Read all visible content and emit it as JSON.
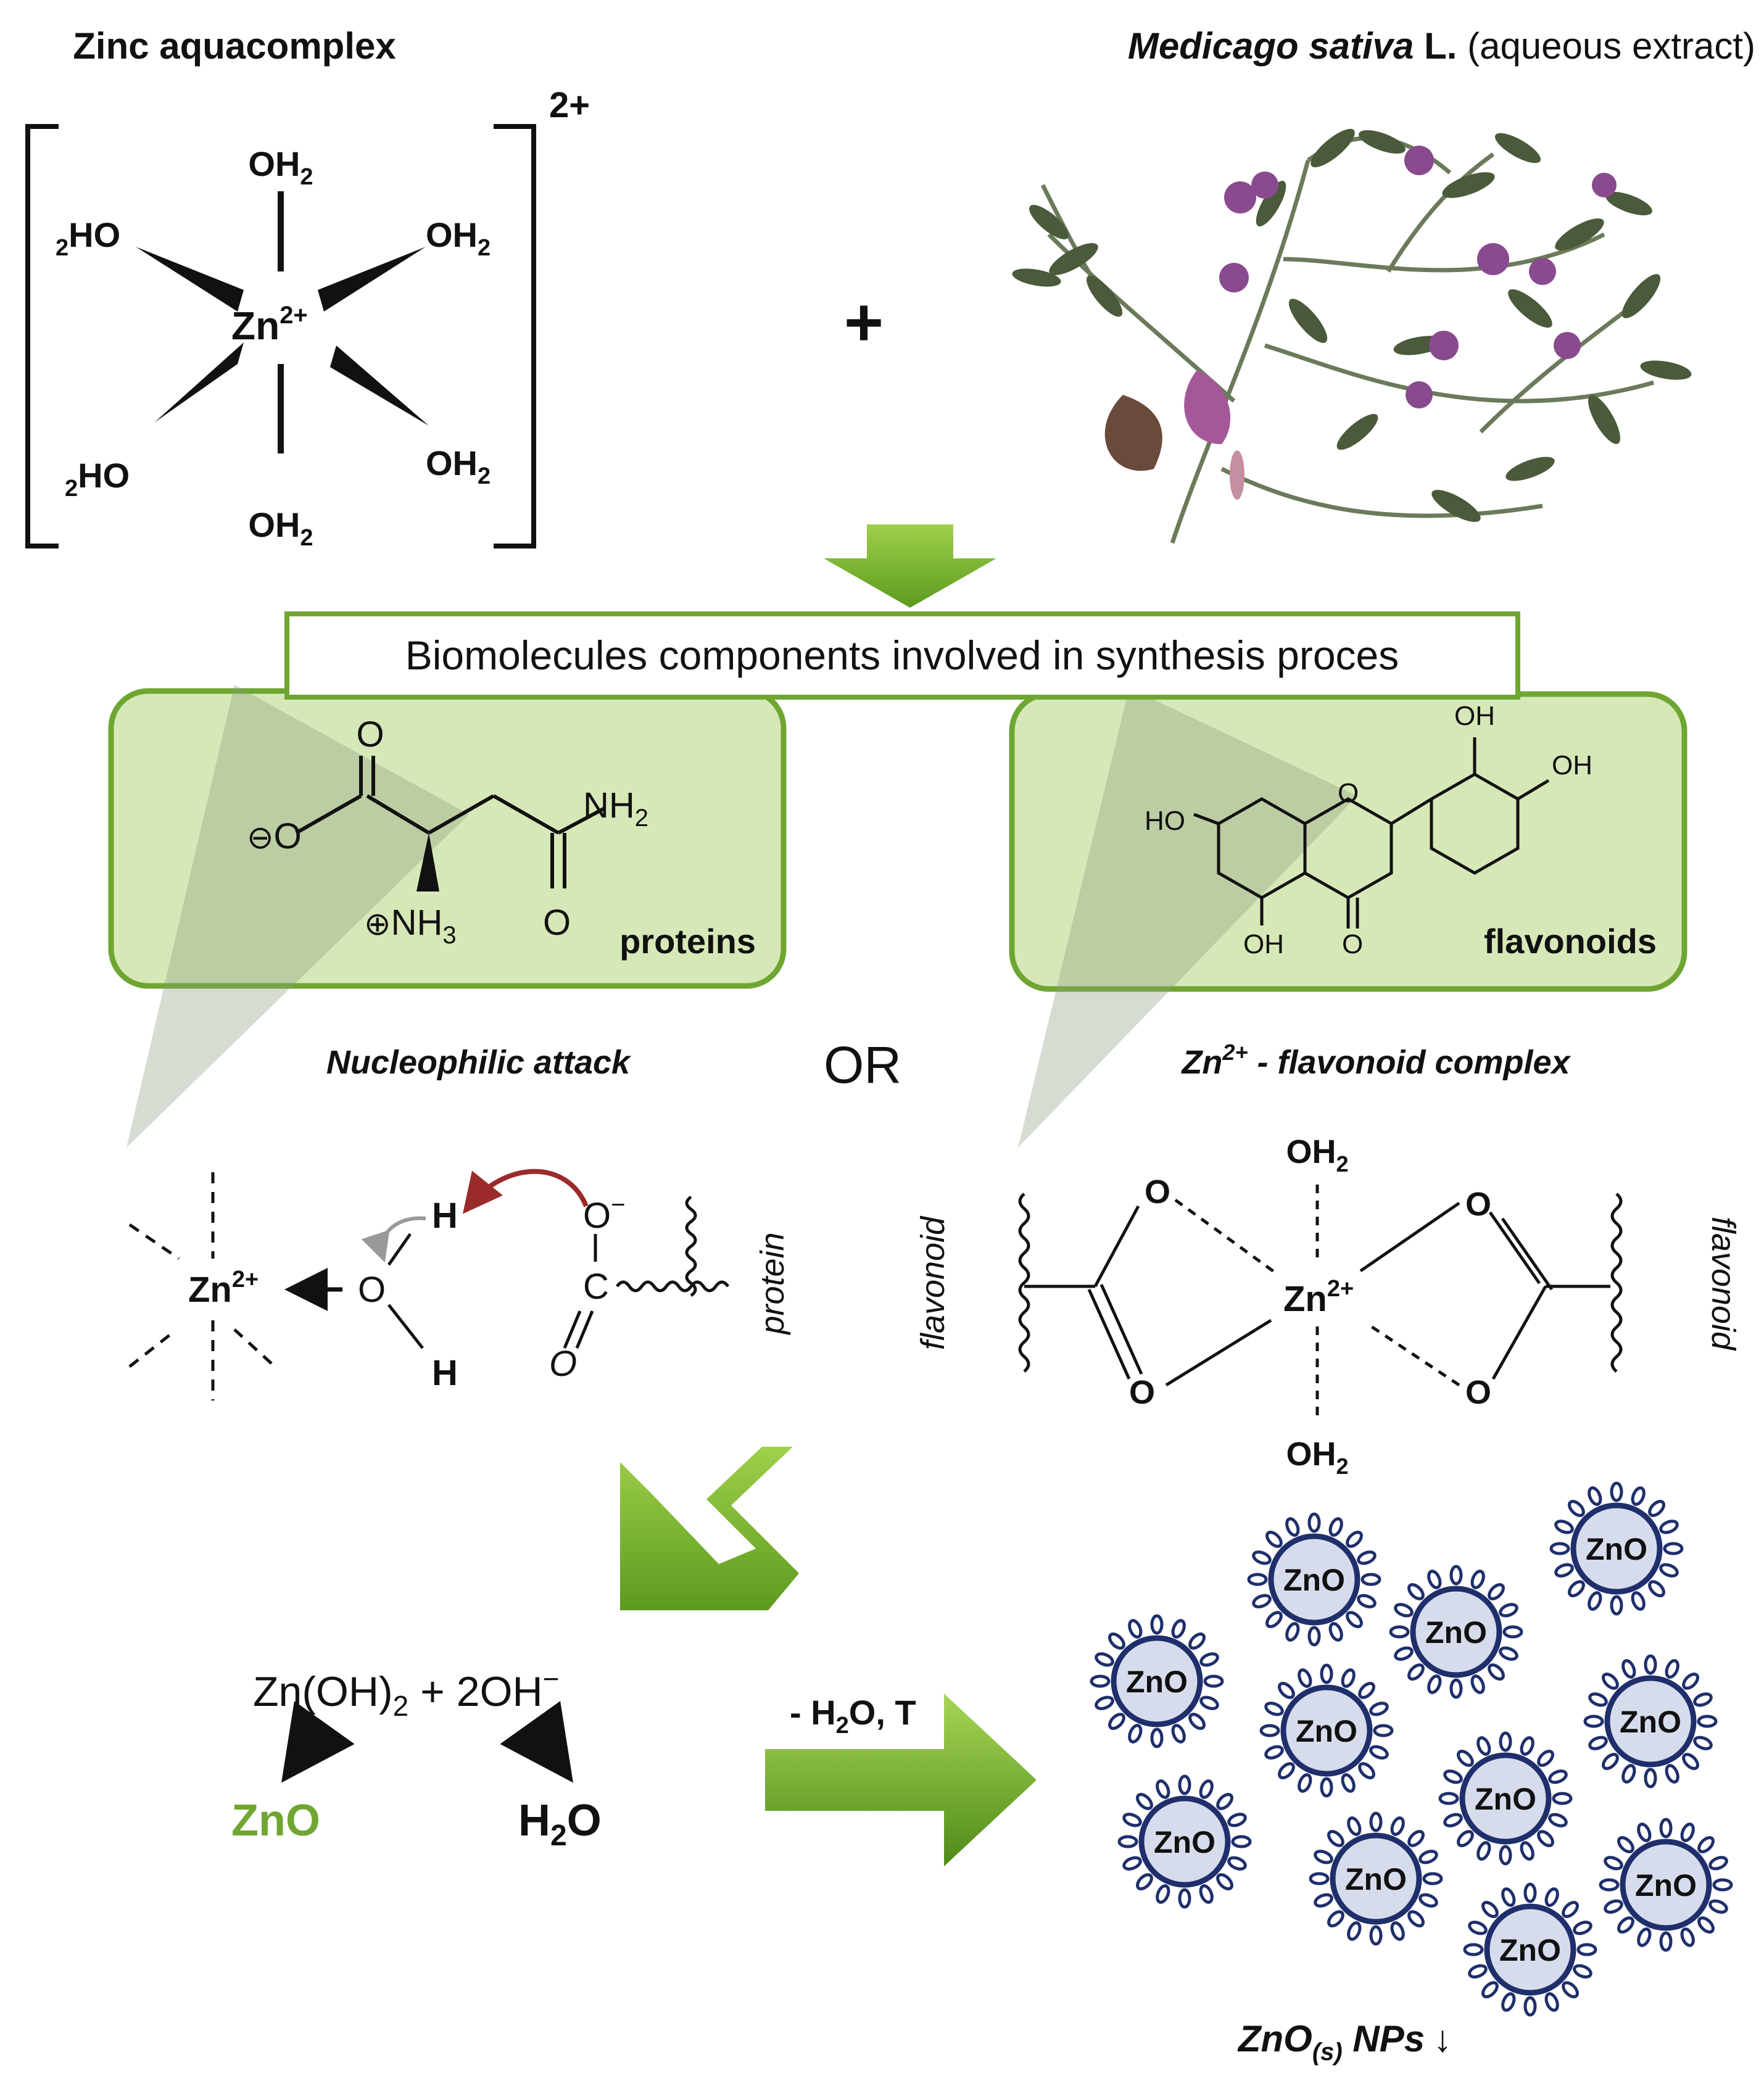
{
  "top": {
    "zinc_title": "Zinc aquacomplex",
    "charge": "2+",
    "plus": "+",
    "ligand": "OH",
    "ligand_sub": "2",
    "ligand_left": "HO",
    "zn": "Zn",
    "zn_charge": "2+",
    "plant_title_italic": "Medicago sativa",
    "plant_title_bold": " L.",
    "plant_title_rest": " (aqueous extract)"
  },
  "banner": {
    "text": "Biomolecules components involved in synthesis proces"
  },
  "proteins_box": {
    "label": "proteins",
    "atom_O": "O",
    "atom_NH": "NH",
    "atom_sub2": "2",
    "atom_NH3": "NH",
    "atom_sub3": "3",
    "minus": "⊖",
    "plus_circle": "⊕"
  },
  "flavonoids_box": {
    "label": "flavonoids",
    "oh": "OH",
    "ho": "HO",
    "o": "O"
  },
  "mechanisms": {
    "left_title": "Nucleophilic attack",
    "or": "OR",
    "right_title_prefix": "Zn",
    "right_title_sup": "2+",
    "right_title_rest": " - flavonoid complex"
  },
  "nucleophilic": {
    "zn": "Zn",
    "zn_charge": "2+",
    "O": "O",
    "H": "H",
    "O_minus": "O",
    "minus": "−",
    "C": "C",
    "protein": "protein"
  },
  "complex": {
    "oh2": "OH",
    "sub": "2",
    "o": "O",
    "zn": "Zn",
    "zn_charge": "2+",
    "flavonoid": "flavonoid"
  },
  "reaction": {
    "lhs_a": "Zn(OH)",
    "lhs_sub": "2",
    "lhs_b": " + 2OH",
    "lhs_sup": "−",
    "product_zno": "ZnO",
    "product_h2o_a": "H",
    "product_h2o_sub": "2",
    "product_h2o_b": "O",
    "arrow_label_a": "- H",
    "arrow_label_sub": "2",
    "arrow_label_b": "O, T"
  },
  "nanoparticles": {
    "label": "ZnO",
    "caption_a": "ZnO",
    "caption_sub": "(s)",
    "caption_b": " NPs",
    "caption_arrow": "↓"
  },
  "colors": {
    "green": "#6fa632",
    "green_fill": "#d7e8b8",
    "navy": "#1f2f6b",
    "np_fill": "#d6dcec",
    "red_arrow": "#9b2a2a"
  }
}
